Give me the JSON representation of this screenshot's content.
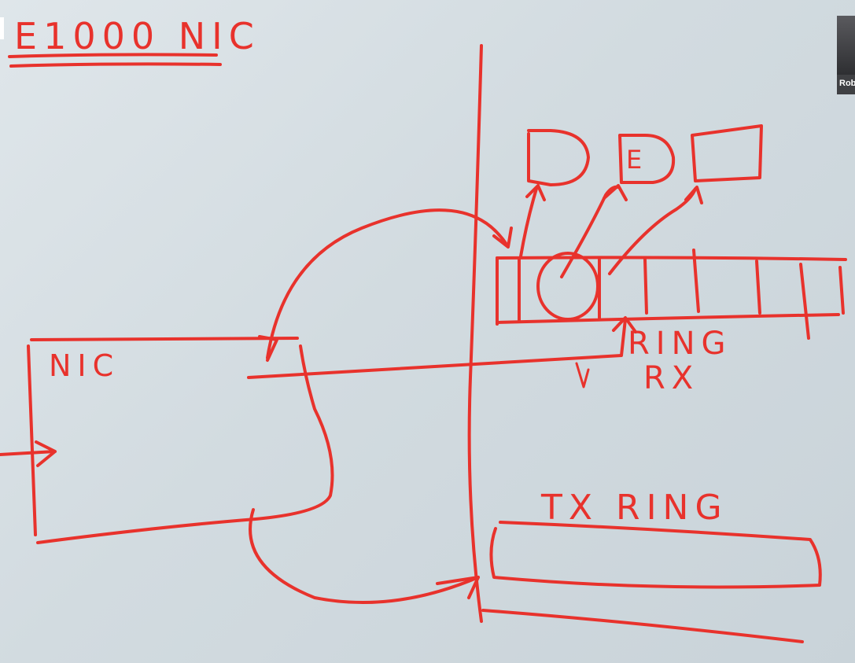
{
  "title": "E1000 NIC",
  "labels": {
    "nic": "NIC",
    "ring": "RING",
    "rx": "RX",
    "tx_ring": "TX RING",
    "buffer_mark": "E"
  },
  "participant": {
    "name": "Rob"
  },
  "colors": {
    "ink": "#e8322c",
    "board": "#d4dde2"
  }
}
